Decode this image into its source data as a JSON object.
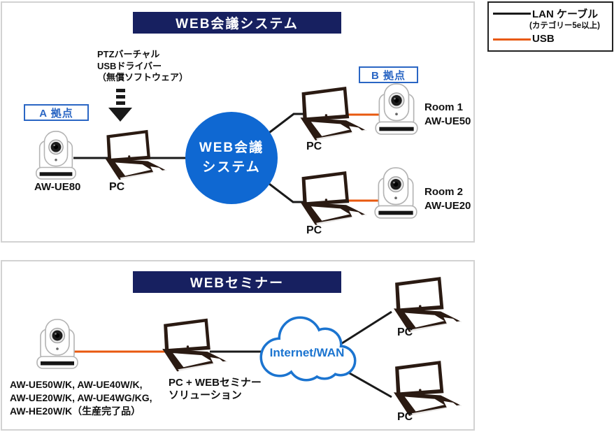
{
  "legend": {
    "lan": {
      "label": "LAN ケーブル",
      "note": "(カテゴリー5e以上)",
      "color": "#1a1a1a"
    },
    "usb": {
      "label": "USB",
      "color": "#e8590f"
    }
  },
  "conference": {
    "title": "WEB会議システム",
    "driver_note_lines": [
      "PTZバーチャル",
      "USBドライバー",
      "（無償ソフトウェア）"
    ],
    "site_a_label": "A 拠点",
    "site_b_label": "B 拠点",
    "camera_a_model": "AW-UE80",
    "pc_a_label": "PC",
    "hub_lines": [
      "WEB会議",
      "システム"
    ],
    "room1": {
      "pc_label": "PC",
      "name": "Room 1",
      "model": "AW-UE50"
    },
    "room2": {
      "pc_label": "PC",
      "name": "Room 2",
      "model": "AW-UE20"
    }
  },
  "seminar": {
    "title": "WEBセミナー",
    "camera_models_lines": [
      "AW-UE50W/K, AW-UE40W/K,",
      "AW-UE20W/K, AW-UE4WG/KG,",
      "AW-HE20W/K（生産完了品）"
    ],
    "pc_label_lines": [
      "PC + WEBセミナー",
      "ソリューション"
    ],
    "cloud_label": "Internet/WAN",
    "pc_top_label": "PC",
    "pc_bottom_label": "PC"
  },
  "icons": {
    "camera": "ptz-camera-icon",
    "pc": "laptop-icon",
    "network": "cloud-icon",
    "install": "down-arrow-icon"
  },
  "colors": {
    "panel_border": "#d2d2d2",
    "title_bg": "#172060",
    "title_text": "#ffffff",
    "hub_bg": "#0f68d2",
    "site_label_blue": "#2a66c4",
    "cloud_blue": "#1b74d0",
    "lan_cable": "#1a1a1a",
    "usb_cable": "#e8590f"
  }
}
